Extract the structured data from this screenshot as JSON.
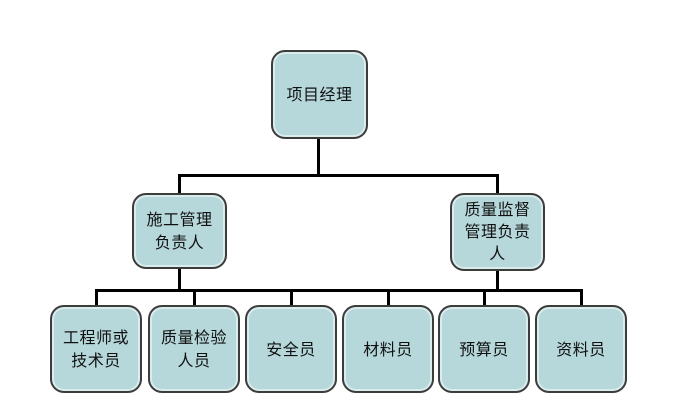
{
  "diagram": {
    "type": "org-chart",
    "colors": {
      "background": "#ffffff",
      "box_fill": "#b6d8db",
      "box_border": "#3c3c3c",
      "connector": "#000000",
      "text": "#111111"
    },
    "nodes": {
      "root": {
        "label": "项目经理"
      },
      "level2": [
        {
          "label": "施工管理\n负责人"
        },
        {
          "label": "质量监督\n管理负责\n人"
        }
      ],
      "level3": [
        {
          "label": "工程师或\n技术员"
        },
        {
          "label": "质量检验\n人员"
        },
        {
          "label": "安全员"
        },
        {
          "label": "材料员"
        },
        {
          "label": "预算员"
        },
        {
          "label": "资料员"
        }
      ]
    }
  }
}
